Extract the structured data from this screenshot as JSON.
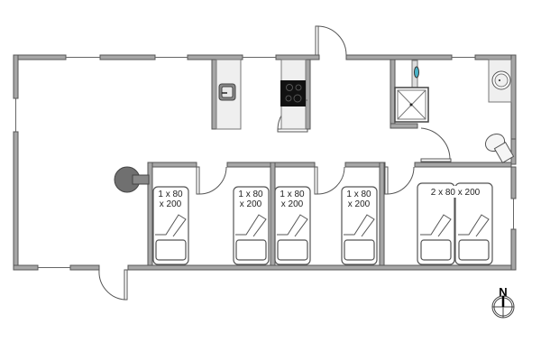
{
  "floorplan": {
    "beds": [
      {
        "id": "bed-1",
        "label_line1": "1 x 80",
        "label_line2": "x 200"
      },
      {
        "id": "bed-2",
        "label_line1": "1 x 80",
        "label_line2": "x 200"
      },
      {
        "id": "bed-3",
        "label_line1": "1 x 80",
        "label_line2": "x 200"
      },
      {
        "id": "bed-4",
        "label_line1": "1 x 80",
        "label_line2": "x 200"
      },
      {
        "id": "bed-5",
        "label_line1": "2 x 80 x 200",
        "label_line2": ""
      }
    ],
    "compass": {
      "label": "N"
    },
    "fixtures": [
      "kitchen-sink",
      "cooktop",
      "wood-stove",
      "shower",
      "washbasin",
      "toilet",
      "water-heater"
    ],
    "colors": {
      "wall_fill": "#a6a6a6",
      "wall_stroke": "#555555",
      "cooktop": "#111111",
      "stove": "#707070"
    }
  }
}
